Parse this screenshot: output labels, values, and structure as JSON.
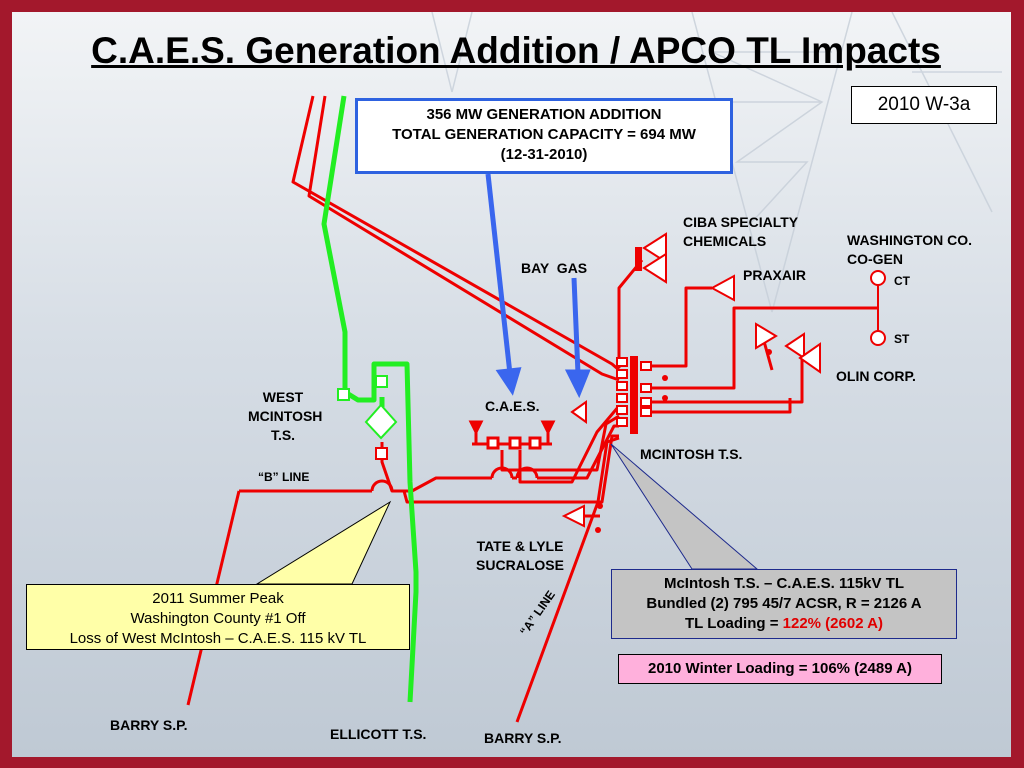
{
  "title": "C.A.E.S. Generation Addition / APCO TL Impacts",
  "scenario": "2010 W-3a",
  "generation_box": {
    "line1": "356 MW GENERATION ADDITION",
    "line2": "TOTAL GENERATION CAPACITY = 694 MW",
    "line3": "(12-31-2010)"
  },
  "contingency_box": {
    "line1": "2011 Summer Peak",
    "line2": "Washington County #1 Off",
    "line3": "Loss of West McIntosh – C.A.E.S. 115 kV TL"
  },
  "tl_box": {
    "line1": "McIntosh T.S. – C.A.E.S. 115kV TL",
    "line2": "Bundled (2) 795 45/7 ACSR, R = 2126 A",
    "line3_prefix": "TL Loading = ",
    "line3_value": "122% (2602 A)"
  },
  "winter_box": "2010 Winter Loading = 106% (2489 A)",
  "labels": {
    "ciba_1": "CIBA SPECIALTY",
    "ciba_2": "CHEMICALS",
    "washington_1": "WASHINGTON CO.",
    "washington_2": "CO-GEN",
    "ct": "CT",
    "st": "ST",
    "praxair": "PRAXAIR",
    "bay_gas": "BAY  GAS",
    "olin": "OLIN CORP.",
    "west_1": "WEST",
    "west_2": "MCINTOSH",
    "west_3": "T.S.",
    "caes": "C.A.E.S.",
    "mcintosh": "MCINTOSH T.S.",
    "b_line": "“B” LINE",
    "tate_1": "TATE & LYLE",
    "tate_2": "SUCRALOSE",
    "a_line": "“A” LINE",
    "barry_left": "BARRY S.P.",
    "ellicott": "ELLICOTT T.S.",
    "barry_bottom": "BARRY S.P."
  },
  "colors": {
    "line": "#ee0000",
    "green": "#22ee22",
    "blue_arrow": "#3a66ee",
    "border": "#a3182c"
  }
}
